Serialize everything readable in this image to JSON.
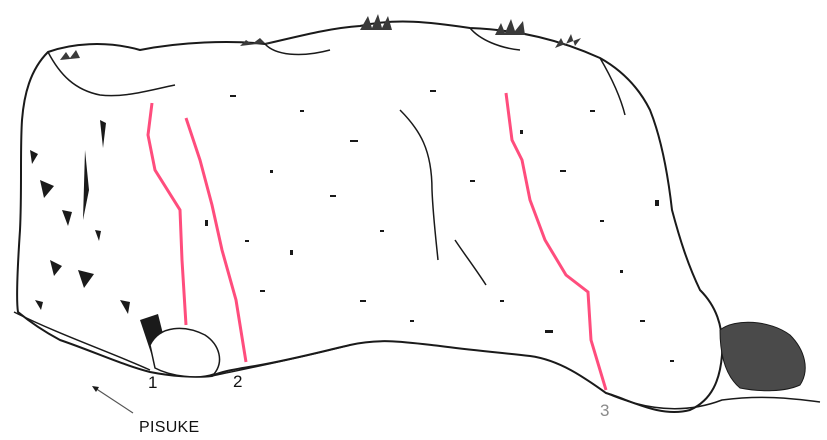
{
  "routes": [
    {
      "number": "1",
      "color": "#ff4d7d"
    },
    {
      "number": "2",
      "color": "#ff4d7d"
    },
    {
      "number": "3",
      "color": "#ff4d7d"
    }
  ],
  "direction_label": "PISUKE",
  "colors": {
    "outline": "#1a1a1a",
    "route_line": "#ff4d7d",
    "label_3": "#8a8a8a"
  }
}
